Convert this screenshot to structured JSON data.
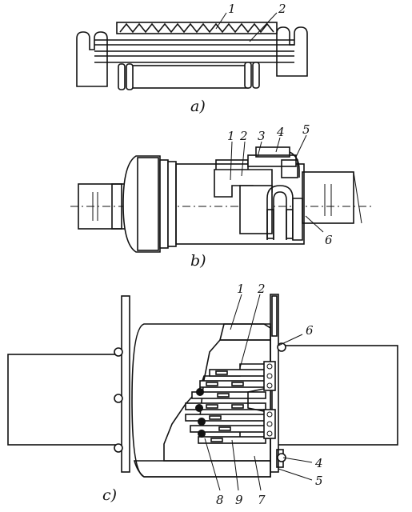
{
  "figure": {
    "panel_a": {
      "caption": "a)",
      "labels": [
        "1",
        "2"
      ]
    },
    "panel_b": {
      "caption": "b)",
      "labels": [
        "1",
        "2",
        "3",
        "4",
        "5",
        "6"
      ]
    },
    "panel_c": {
      "caption": "c)",
      "labels": [
        "1",
        "2",
        "6",
        "4",
        "5",
        "8",
        "9",
        "7"
      ]
    }
  }
}
